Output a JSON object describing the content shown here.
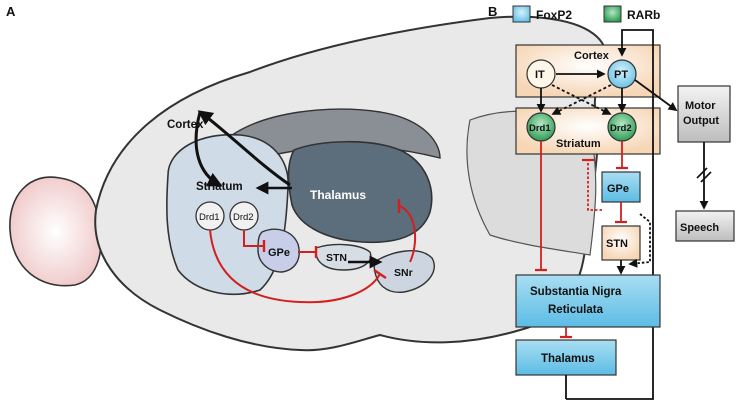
{
  "panel_a": {
    "label": "A",
    "regions": {
      "cortex": "Cortex",
      "striatum": "Striatum",
      "thalamus": "Thalamus",
      "drd1": "Drd1",
      "drd2": "Drd2",
      "gpe": "GPe",
      "stn": "STN",
      "snr": "SNr"
    }
  },
  "panel_b": {
    "label": "B",
    "legend": [
      {
        "label": "FoxP2",
        "color": "#7fcfee"
      },
      {
        "label": "RARb",
        "color": "#2fa35a"
      }
    ],
    "nodes": {
      "cortex": "Cortex",
      "it": "IT",
      "pt": "PT",
      "striatum": "Striatum",
      "drd1": "Drd1",
      "drd2": "Drd2",
      "gpe": "GPe",
      "stn": "STN",
      "snr_line1": "Substantia Nigra",
      "snr_line2": "Reticulata",
      "thalamus": "Thalamus",
      "motor_line1": "Motor",
      "motor_line2": "Output",
      "speech": "Speech"
    }
  },
  "colors": {
    "foxp2": "#7fcfee",
    "rarb": "#2fa35a",
    "peach": "#f8d9b8",
    "inhibitory": "#d22020",
    "excitatory": "#111111"
  }
}
